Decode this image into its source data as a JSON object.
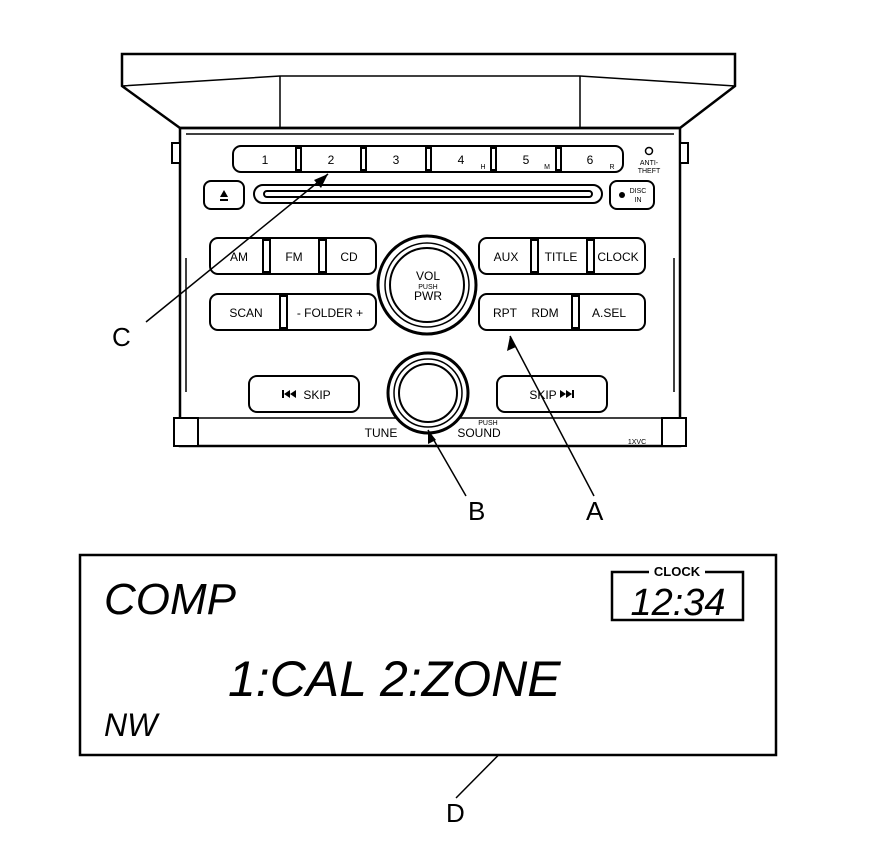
{
  "radio": {
    "presets": [
      "1",
      "2",
      "3",
      "4",
      "5",
      "6"
    ],
    "preset_marks": [
      "H",
      "M",
      "R"
    ],
    "anti_theft": [
      "ANTI-",
      "THEFT"
    ],
    "eject_icon": "eject-icon",
    "disc_in": [
      "DISC",
      "IN"
    ],
    "band_buttons": [
      "AM",
      "FM",
      "CD"
    ],
    "scan": "SCAN",
    "folder": "- FOLDER +",
    "vol_knob": [
      "VOL",
      "PUSH",
      "PWR"
    ],
    "right_buttons": [
      "AUX",
      "TITLE",
      "CLOCK"
    ],
    "rpt": "RPT",
    "rdm": "RDM",
    "a_sel": "A.SEL",
    "skip_left": "SKIP",
    "skip_left_icon": "skip-back-icon",
    "skip_right": "SKIP",
    "skip_right_icon": "skip-forward-icon",
    "tune": "TUNE",
    "sound_push": "PUSH",
    "sound": "SOUND",
    "model_code": "1XVC"
  },
  "display": {
    "mode": "COMP",
    "clock_label": "CLOCK",
    "clock_time": "12:34",
    "message": "1:CAL 2:ZONE",
    "compass": "NW"
  },
  "callouts": [
    "A",
    "B",
    "C",
    "D"
  ]
}
